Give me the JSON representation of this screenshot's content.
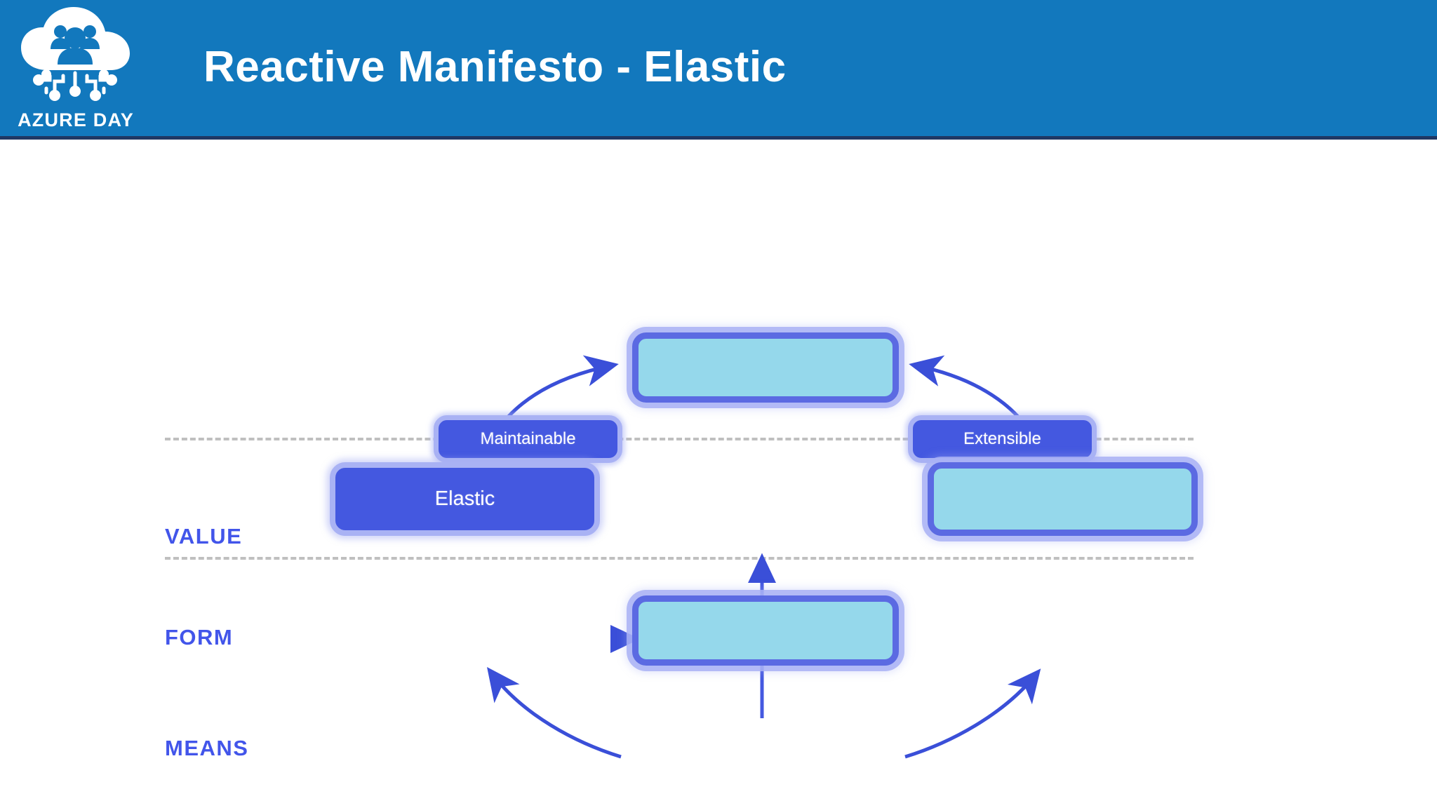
{
  "header": {
    "background_color": "#1278bd",
    "underline_color": "#1f3864",
    "title": "Reactive Manifesto - Elastic",
    "logo": {
      "icon": "cloud-people-circuit-icon",
      "text": "AZURE DAY"
    }
  },
  "diagram": {
    "type": "value-form-means-framework",
    "accent_color": "#4255ea",
    "filled_box_color": "#4458e0",
    "blank_box_color": "#95d8eb",
    "box_border_color": "#5b6ae2",
    "box_glow_color": "#a9b2f4",
    "divider_color": "#bfbfbf",
    "row_labels": [
      {
        "id": "value",
        "label": "VALUE"
      },
      {
        "id": "form",
        "label": "FORM"
      },
      {
        "id": "means",
        "label": "MEANS"
      }
    ],
    "nodes": [
      {
        "id": "maintainable",
        "label": "Maintainable",
        "style": "tag",
        "row": "above-value"
      },
      {
        "id": "extensible",
        "label": "Extensible",
        "style": "tag",
        "row": "above-value"
      },
      {
        "id": "value-center",
        "label": "",
        "style": "blank",
        "row": "value"
      },
      {
        "id": "elastic",
        "label": "Elastic",
        "style": "primary",
        "row": "form"
      },
      {
        "id": "form-right",
        "label": "",
        "style": "blank",
        "row": "form"
      },
      {
        "id": "means-center",
        "label": "",
        "style": "blank",
        "row": "means"
      }
    ],
    "connectors": [
      {
        "id": "elastic-to-value",
        "from": "elastic",
        "to": "value-center",
        "kind": "curved-arrow"
      },
      {
        "id": "formright-to-value",
        "from": "form-right",
        "to": "value-center",
        "kind": "curved-arrow"
      },
      {
        "id": "means-to-elastic",
        "from": "means-center",
        "to": "elastic",
        "kind": "curved-arrow"
      },
      {
        "id": "means-to-formright",
        "from": "means-center",
        "to": "form-right",
        "kind": "curved-arrow"
      },
      {
        "id": "vertical-axis",
        "from": "means-center",
        "to": "value-center",
        "kind": "straight-arrow-up"
      },
      {
        "id": "horizontal-axis",
        "from": "elastic",
        "to": "form-right",
        "kind": "double-headed-arrow"
      }
    ]
  }
}
